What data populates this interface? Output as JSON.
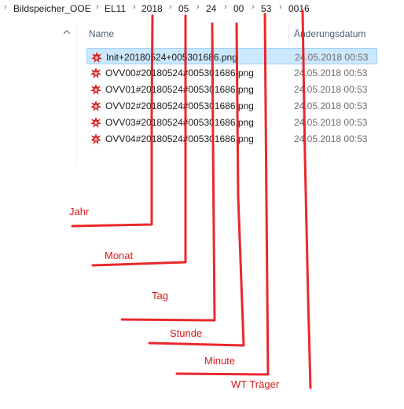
{
  "breadcrumb": {
    "items": [
      "Bildspeicher_OOE",
      "EL11",
      "2018",
      "05",
      "24",
      "00",
      "53",
      "0016"
    ]
  },
  "columns": {
    "name": "Name",
    "date": "Änderungsdatum"
  },
  "files": [
    {
      "name": "Init+20180524+005301686.png",
      "date": "24.05.2018 00:53",
      "selected": true
    },
    {
      "name": "OVV00#20180524#005301686.png",
      "date": "24.05.2018 00:53"
    },
    {
      "name": "OVV01#20180524#005301686.png",
      "date": "24.05.2018 00:53"
    },
    {
      "name": "OVV02#20180524#005301686.png",
      "date": "24.05.2018 00:53"
    },
    {
      "name": "OVV03#20180524#005301686.png",
      "date": "24.05.2018 00:53"
    },
    {
      "name": "OVV04#20180524#005301686.png",
      "date": "24.05.2018 00:53"
    }
  ],
  "annotations": {
    "jahr": "Jahr",
    "monat": "Monat",
    "tag": "Tag",
    "stunde": "Stunde",
    "minute": "Minute",
    "wt": "WT Träger"
  },
  "colors": {
    "annotation": "#d9191c",
    "selection": "#cce8ff",
    "file_icon": "#d9191c"
  },
  "icons": {
    "breadcrumb_separator": "chevron-right-icon",
    "scroll_up": "chevron-up-icon",
    "file": "image-file-icon"
  }
}
